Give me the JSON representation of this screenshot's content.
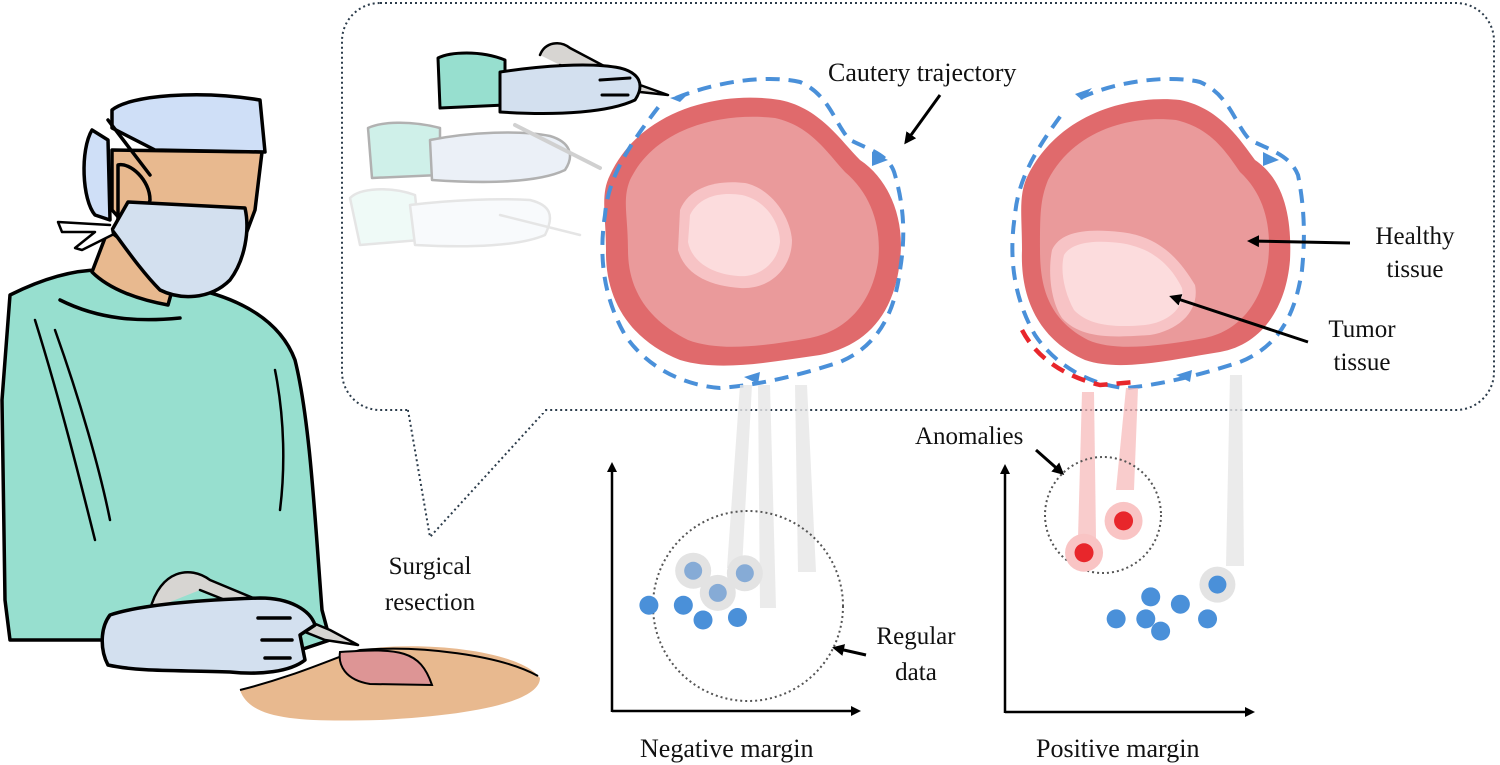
{
  "labels": {
    "cautery_trajectory": "Cautery trajectory",
    "healthy_tissue_line1": "Healthy",
    "healthy_tissue_line2": "tissue",
    "tumor_tissue_line1": "Tumor",
    "tumor_tissue_line2": "tissue",
    "surgical_resection_line1": "Surgical",
    "surgical_resection_line2": "resection",
    "anomalies": "Anomalies",
    "regular_data_line1": "Regular",
    "regular_data_line2": "data",
    "negative_margin": "Negative margin",
    "positive_margin": "Positive margin"
  },
  "colors": {
    "trajectory_blue": "#4a90d9",
    "anomaly_red": "#e8262b",
    "tissue_outer": "#e06a6c",
    "tissue_inner": "#ea9a9b",
    "tumor_outer": "#f7c3c5",
    "tumor_inner": "#fcdcdd",
    "scrubs_green": "#97dfcf",
    "glove_blue": "#d3e0ef",
    "cap_blue": "#cfdff7",
    "skin": "#e8b98f",
    "point_blue": "#4a90d9",
    "point_faded": "#86abd6"
  },
  "plots": {
    "negative": {
      "regular_points": [
        [
          0.15,
          0.43
        ],
        [
          0.29,
          0.43
        ],
        [
          0.37,
          0.37
        ],
        [
          0.51,
          0.38
        ]
      ],
      "projected_points": [
        [
          0.33,
          0.57
        ],
        [
          0.43,
          0.48
        ],
        [
          0.54,
          0.56
        ]
      ],
      "anomaly_points": []
    },
    "positive": {
      "regular_points": [
        [
          0.45,
          0.38
        ],
        [
          0.57,
          0.38
        ],
        [
          0.63,
          0.33
        ],
        [
          0.59,
          0.47
        ],
        [
          0.71,
          0.44
        ],
        [
          0.82,
          0.38
        ]
      ],
      "projected_points": [
        [
          0.86,
          0.52
        ]
      ],
      "anomaly_points": [
        [
          0.32,
          0.65
        ],
        [
          0.48,
          0.78
        ]
      ]
    }
  }
}
